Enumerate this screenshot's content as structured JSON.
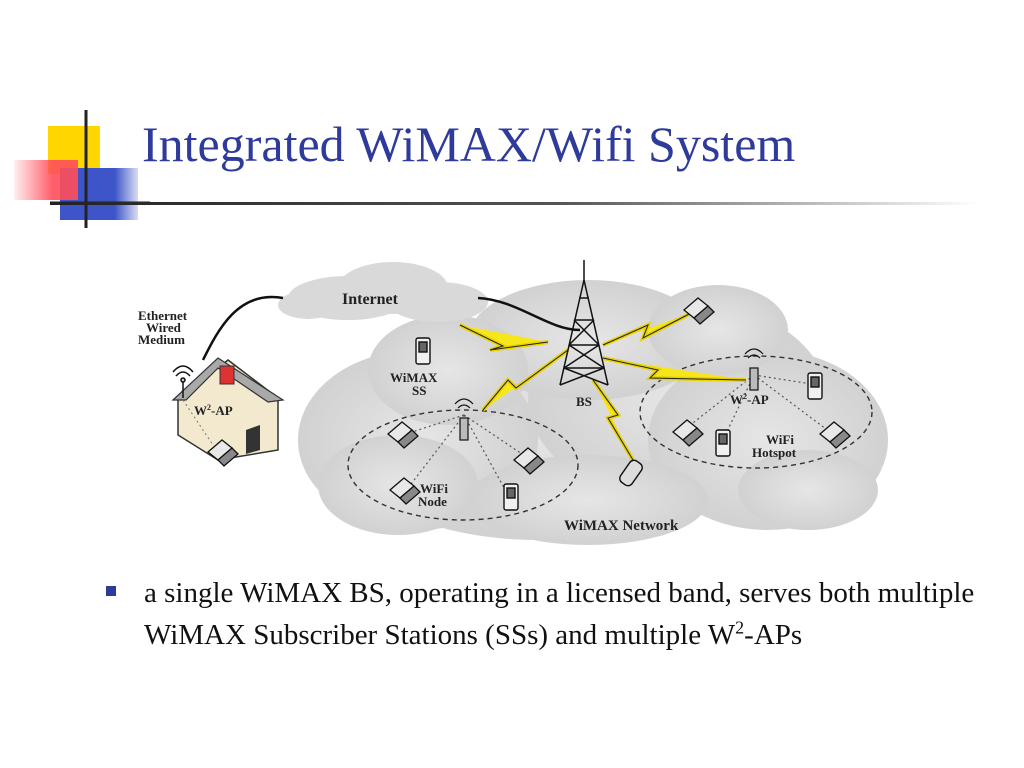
{
  "slide": {
    "title": "Integrated WiMAX/Wifi System",
    "accent_color": "#2f3b9a",
    "decoration_colors": {
      "yellow": "#ffd600",
      "red": "#ff4d5a",
      "blue": "#3d55c8"
    }
  },
  "diagram": {
    "labels": {
      "internet": "Internet",
      "ethernet_line1": "Ethernet",
      "ethernet_line2": "Wired",
      "ethernet_line3": "Medium",
      "w2ap_home_prefix": "W",
      "w2ap_home_sup": "2",
      "w2ap_home_suffix": "-AP",
      "wimax_ss_line1": "WiMAX",
      "wimax_ss_line2": "SS",
      "bs": "BS",
      "w2ap_right_prefix": "W",
      "w2ap_right_sup": "2",
      "w2ap_right_suffix": "-AP",
      "wifi_hotspot_line1": "WiFi",
      "wifi_hotspot_line2": "Hotspot",
      "wifi_node_line1": "WiFi",
      "wifi_node_line2": "Node",
      "wimax_network": "WiMAX Network"
    },
    "icons": [
      "cloud-icon",
      "house-icon",
      "tower-icon",
      "antenna-icon",
      "laptop-icon",
      "pda-icon",
      "phone-icon",
      "lightning-link-icon"
    ]
  },
  "bullets": [
    {
      "text_part1": "a single WiMAX BS, operating in a licensed band, serves both multiple WiMAX Subscriber Stations (SSs) and multiple W",
      "sup": "2",
      "text_part2": "-APs"
    }
  ]
}
